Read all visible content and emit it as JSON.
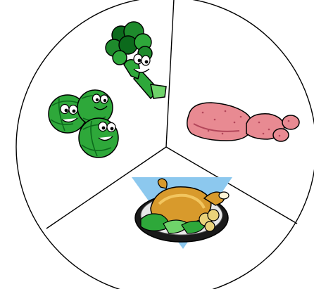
{
  "diagram": {
    "type": "plate-divided-into-three-sections",
    "sections": [
      {
        "id": "vegetables",
        "illustrations": [
          "broccoli-icon",
          "brussels-sprouts-icon"
        ]
      },
      {
        "id": "potatoes",
        "illustrations": [
          "potatoes-icon"
        ]
      },
      {
        "id": "meat",
        "illustrations": [
          "roast-chicken-plate-icon"
        ]
      }
    ]
  },
  "colors": {
    "outline": "#000000",
    "background": "#ffffff",
    "green_dark": "#0c6a1c",
    "green": "#2ea83a",
    "green_light": "#6fd36a",
    "potato": "#e88a92",
    "potato_dark": "#b2465a",
    "chicken": "#d89a2c",
    "chicken_light": "#f2c660",
    "triangle": "#8cc8ee"
  }
}
